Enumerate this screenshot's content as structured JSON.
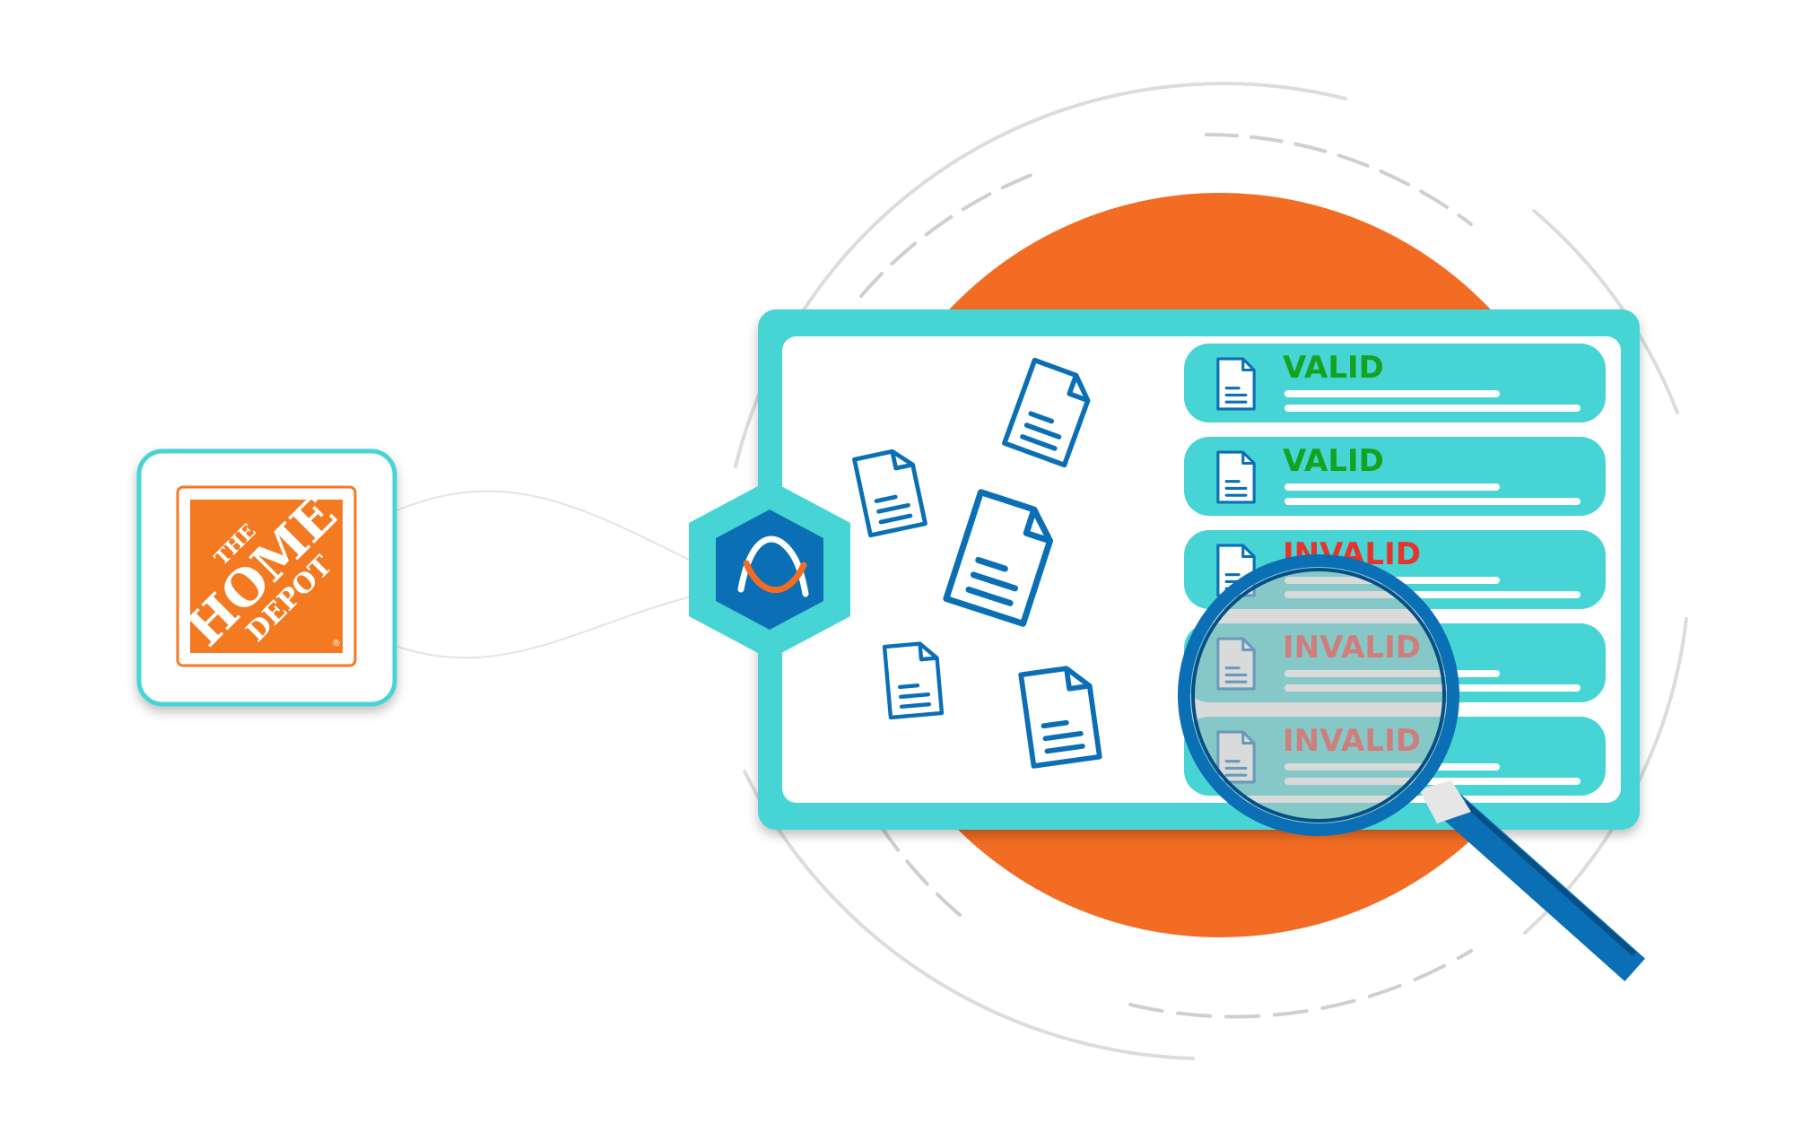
{
  "colors": {
    "accent_orange": "#f26c23",
    "panel_teal": "#47d4d4",
    "brand_blue": "#0a6fb5",
    "valid_green": "#14a321",
    "invalid_red": "#e8332a",
    "logo_orange": "#f47a20"
  },
  "source_logo": {
    "icon": "home-depot-logo",
    "text_lines": [
      "THE",
      "HOME",
      "DEPOT"
    ],
    "mark": "®"
  },
  "connector_icon": "brand-hexagon-icon",
  "scattered_documents": [
    {
      "icon": "document-icon"
    },
    {
      "icon": "document-icon"
    },
    {
      "icon": "document-icon"
    },
    {
      "icon": "document-icon"
    },
    {
      "icon": "document-icon"
    }
  ],
  "results": [
    {
      "status": "VALID",
      "state": "valid"
    },
    {
      "status": "VALID",
      "state": "valid"
    },
    {
      "status": "INVALID",
      "state": "invalid"
    },
    {
      "status": "INVALID",
      "state": "invalid"
    },
    {
      "status": "INVALID",
      "state": "invalid"
    }
  ],
  "magnifier_icon": "magnifying-glass-icon"
}
